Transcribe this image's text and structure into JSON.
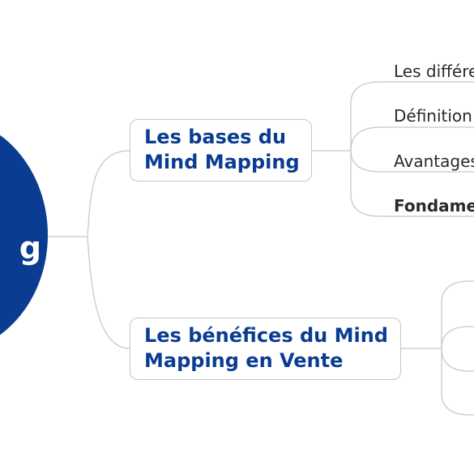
{
  "central": {
    "label": "g"
  },
  "branches": [
    {
      "label_lines": [
        "Les bases du",
        "Mind Mapping"
      ],
      "children": [
        {
          "label": "Les différe",
          "bold": false
        },
        {
          "label": "Définition",
          "bold": false
        },
        {
          "label": "Avantages",
          "bold": false
        },
        {
          "label": "Fondame",
          "bold": true
        }
      ]
    },
    {
      "label_lines": [
        "Les bénéfices du Mind",
        "Mapping en Vente"
      ],
      "children": []
    }
  ],
  "colors": {
    "central_fill": "#0a3d91",
    "topic_text": "#0a3d91",
    "topic_border": "#c6c6c6",
    "connector": "#c8c8c8",
    "subtopic_text": "#2a2a2a"
  }
}
